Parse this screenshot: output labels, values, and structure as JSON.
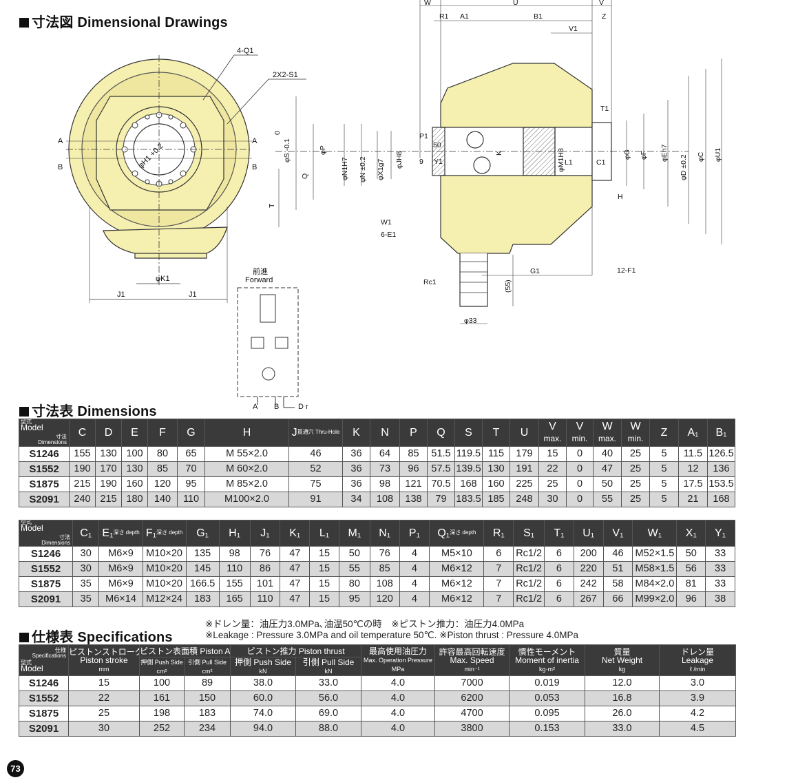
{
  "titles": {
    "drawings": "寸法図 Dimensional Drawings",
    "dimensions": "寸法表 Dimensions",
    "specifications": "仕様表 Specifications"
  },
  "notes": {
    "line1": "※ドレン量：油圧力3.0MPa､油温50℃の時　※ピストン推力：油圧力4.0MPa",
    "line2": "※Leakage : Pressure 3.0MPa and oil temperature 50℃.  ※Piston thrust : Pressure 4.0MPa"
  },
  "page_number": "73",
  "drawing_labels": {
    "q1": "4-Q1",
    "s1": "2X2-S1",
    "a": "A",
    "b": "B",
    "h1": "φH1 +0.2",
    "k1": "φK1",
    "j1": "J1",
    "forward_jp": "前進",
    "forward_en": "Forward",
    "port_a": "A",
    "port_b": "B",
    "port_dr": "D r",
    "w": "W",
    "u": "U",
    "v": "V",
    "r1": "R1",
    "a1": "A1",
    "b1": "B1",
    "z": "Z",
    "v1": "V1",
    "t1": "T1",
    "s": "φS -0.1",
    "s_top": "0",
    "p": "φP",
    "q": "Q",
    "t": "T",
    "n1": "φN1H7",
    "n": "φN ±0.2",
    "x1": "φX1g7",
    "jh8": "φJH8",
    "p1": "P1",
    "d50": "50",
    "k": "K",
    "nine": "9",
    "y1": "Y1",
    "m1": "φM1H8",
    "l1": "L1",
    "c1": "C1",
    "g": "φG",
    "f": "φF",
    "e": "φEh7",
    "d": "φD ±0.2",
    "c": "φC",
    "u1": "φU1",
    "hh": "H",
    "w1": "W1",
    "e1": "6-E1",
    "g1": "G1",
    "f1": "12-F1",
    "rc1": "Rc1",
    "d55": "(55)",
    "d33": "φ33"
  },
  "dim_table1": {
    "header_tl": "寸法",
    "header_tl2": "Dimensions",
    "header_bl": "型式",
    "header_bl2": "Model",
    "cols": [
      "C",
      "D",
      "E",
      "F",
      "G",
      "H",
      "J",
      "K",
      "N",
      "P",
      "Q",
      "S",
      "T",
      "U",
      "V",
      "V",
      "W",
      "W",
      "Z",
      "A₁",
      "B₁"
    ],
    "col_sub": [
      "",
      "",
      "",
      "",
      "",
      "",
      "貫通穴 Thru-Hole",
      "",
      "",
      "",
      "",
      "",
      "",
      "",
      "max.",
      "min.",
      "max.",
      "min.",
      "",
      "",
      ""
    ],
    "rows": [
      [
        "S1246",
        "155",
        "130",
        "100",
        "80",
        "65",
        "M 55×2.0",
        "46",
        "36",
        "64",
        "85",
        "51.5",
        "119.5",
        "115",
        "179",
        "15",
        "0",
        "40",
        "25",
        "5",
        "11.5",
        "126.5"
      ],
      [
        "S1552",
        "190",
        "170",
        "130",
        "85",
        "70",
        "M 60×2.0",
        "52",
        "36",
        "73",
        "96",
        "57.5",
        "139.5",
        "130",
        "191",
        "22",
        "0",
        "47",
        "25",
        "5",
        "12",
        "136"
      ],
      [
        "S1875",
        "215",
        "190",
        "160",
        "120",
        "95",
        "M 85×2.0",
        "75",
        "36",
        "98",
        "121",
        "70.5",
        "168",
        "160",
        "225",
        "25",
        "0",
        "50",
        "25",
        "5",
        "17.5",
        "153.5"
      ],
      [
        "S2091",
        "240",
        "215",
        "180",
        "140",
        "110",
        "M100×2.0",
        "91",
        "34",
        "108",
        "138",
        "79",
        "183.5",
        "185",
        "248",
        "30",
        "0",
        "55",
        "25",
        "5",
        "21",
        "168"
      ]
    ]
  },
  "dim_table2": {
    "header_tl": "寸法",
    "header_tl2": "Dimensions",
    "header_bl": "型式",
    "header_bl2": "Model",
    "cols": [
      "C₁",
      "E₁",
      "F₁",
      "G₁",
      "H₁",
      "J₁",
      "K₁",
      "L₁",
      "M₁",
      "N₁",
      "P₁",
      "Q₁",
      "R₁",
      "S₁",
      "T₁",
      "U₁",
      "V₁",
      "W₁",
      "X₁",
      "Y₁"
    ],
    "col_sub": [
      "",
      "深さ depth",
      "深さ depth",
      "",
      "",
      "",
      "",
      "",
      "",
      "",
      "",
      "深さ depth",
      "",
      "",
      "",
      "",
      "",
      "",
      "",
      ""
    ],
    "rows": [
      [
        "S1246",
        "30",
        "M6×9",
        "M10×20",
        "135",
        "98",
        "76",
        "47",
        "15",
        "50",
        "76",
        "4",
        "M5×10",
        "6",
        "Rc1/2",
        "6",
        "200",
        "46",
        "M52×1.5",
        "50",
        "33"
      ],
      [
        "S1552",
        "30",
        "M6×9",
        "M10×20",
        "145",
        "110",
        "86",
        "47",
        "15",
        "55",
        "85",
        "4",
        "M6×12",
        "7",
        "Rc1/2",
        "6",
        "220",
        "51",
        "M58×1.5",
        "56",
        "33"
      ],
      [
        "S1875",
        "35",
        "M6×9",
        "M10×20",
        "166.5",
        "155",
        "101",
        "47",
        "15",
        "80",
        "108",
        "4",
        "M6×12",
        "7",
        "Rc1/2",
        "6",
        "242",
        "58",
        "M84×2.0",
        "81",
        "33"
      ],
      [
        "S2091",
        "35",
        "M6×14",
        "M12×24",
        "183",
        "165",
        "110",
        "47",
        "15",
        "95",
        "120",
        "4",
        "M6×12",
        "7",
        "Rc1/2",
        "6",
        "267",
        "66",
        "M99×2.0",
        "96",
        "38"
      ]
    ]
  },
  "spec_table": {
    "header_tl": "仕様",
    "header_tl2": "Specifications",
    "header_bl": "型式",
    "header_bl2": "Model",
    "stroke_jp": "ピストンストローク",
    "stroke_en": "Piston stroke",
    "stroke_unit": "mm",
    "area_jp": "ピストン表面積",
    "area_en": "Piston Area",
    "area_push": "押側 Push Side",
    "area_pull": "引側 Pull Side",
    "area_unit": "cm²",
    "thrust_jp": "ピストン推力",
    "thrust_en": "Piston thrust",
    "thrust_push": "押側 Push Side",
    "thrust_pull": "引側 Pull Side",
    "thrust_unit": "kN",
    "press_jp": "最高使用油圧力",
    "press_en": "Max. Operation Pressure",
    "press_unit": "MPa",
    "speed_jp": "許容最高回転速度",
    "speed_en": "Max. Speed",
    "speed_unit": "min⁻¹",
    "inertia_jp": "慣性モーメント",
    "inertia_en": "Moment of inertia",
    "inertia_unit": "kg·m²",
    "weight_jp": "質量",
    "weight_en": "Net Weight",
    "weight_unit": "kg",
    "leak_jp": "ドレン量",
    "leak_en": "Leakage",
    "leak_unit": "ℓ /min",
    "rows": [
      [
        "S1246",
        "15",
        "100",
        "89",
        "38.0",
        "33.0",
        "4.0",
        "7000",
        "0.019",
        "12.0",
        "3.0"
      ],
      [
        "S1552",
        "22",
        "161",
        "150",
        "60.0",
        "56.0",
        "4.0",
        "6200",
        "0.053",
        "16.8",
        "3.9"
      ],
      [
        "S1875",
        "25",
        "198",
        "183",
        "74.0",
        "69.0",
        "4.0",
        "4700",
        "0.095",
        "26.0",
        "4.2"
      ],
      [
        "S2091",
        "30",
        "252",
        "234",
        "94.0",
        "88.0",
        "4.0",
        "3800",
        "0.153",
        "33.0",
        "4.5"
      ]
    ]
  }
}
